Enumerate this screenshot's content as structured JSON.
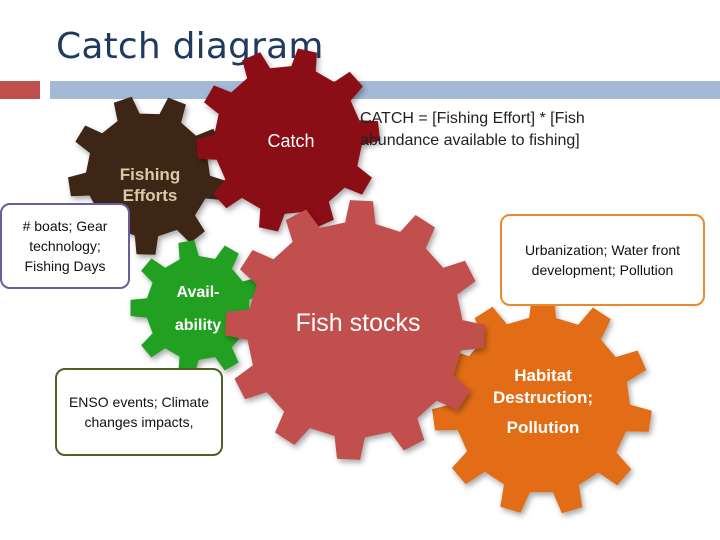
{
  "title": "Catch diagram",
  "formula": "CATCH = [Fishing Effort] * [Fish abundance available to fishing]",
  "gears": {
    "catch": {
      "label": "Catch",
      "color": "#8b0a14"
    },
    "fishing_efforts": {
      "label_line1": "Fishing",
      "label_line2": "Efforts",
      "color": "#3e2618"
    },
    "availability": {
      "label_line1": "Avail-",
      "label_line2": "ability",
      "color": "#20a020"
    },
    "fish_stocks": {
      "label": "Fish stocks",
      "color": "#c0504d"
    },
    "habitat": {
      "label_line1": "Habitat",
      "label_line2": "Destruction;",
      "label_line3": "Pollution",
      "color": "#e26d18"
    }
  },
  "boxes": {
    "fishing": "# boats; Gear technology; Fishing Days",
    "urban": "Urbanization; Water front development; Pollution",
    "enso": "ENSO events; Climate changes impacts,"
  },
  "colors": {
    "title": "#1f3a5f",
    "accent_red": "#c0504d",
    "accent_blue": "#a3b9d6"
  }
}
